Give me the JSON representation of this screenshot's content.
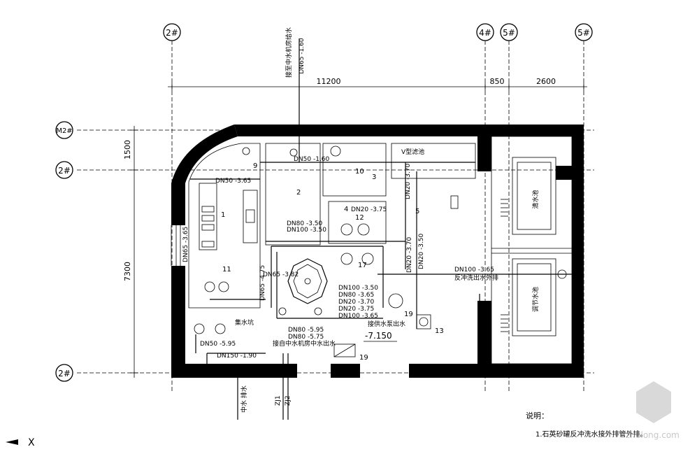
{
  "axes": {
    "top": [
      "2#",
      "4#",
      "5#",
      "5#"
    ],
    "left": [
      "M2#",
      "2#",
      "2#"
    ]
  },
  "dimensions": {
    "top": [
      "11200",
      "850",
      "2600"
    ],
    "left": [
      "1500",
      "7300"
    ]
  },
  "riser_note": "接至中水机房给水",
  "riser_size": "DN65 -1.60",
  "pipe_labels": [
    "DN50 -3.65",
    "DN50 -1.60",
    "DN20 -3.75",
    "DN80 -3.50",
    "DN100 -3.50",
    "DN20 -3.70",
    "DN20 -3.70",
    "DN20 -3.50",
    "DN100 -3.65",
    "DN65 -3.65",
    "DN100 -3.50",
    "DN80 -3.65",
    "DN20 -3.70",
    "DN20 -3.75",
    "DN100 -3.65",
    "DN80 -5.95",
    "DN80 -5.75",
    "DN150 -1.90",
    "DN50 -5.95",
    "DN65 -4.75",
    "DN65 -3.82"
  ],
  "callouts": [
    "1",
    "2",
    "3",
    "4",
    "5",
    "9",
    "10",
    "11",
    "12",
    "13",
    "17",
    "19"
  ],
  "notes": {
    "backwash": "反冲洗出水外排",
    "pump_out": "接供水泵出水",
    "to_room": "接自中水机房中水出水",
    "relief": "V型滤池",
    "drain_pipe": "中水 排水",
    "pipe_zj1": "ZJ1",
    "pipe_zj2": "ZJ2",
    "level": "-7.150",
    "tank_upper": "清水池",
    "tank_lower": "调节水池",
    "hatch": "集水坑",
    "legend_title": "说明：",
    "legend_line1": "1.石英砂罐反冲洗水接外排管外排。",
    "watermark": "zhulong.com",
    "corner_mark": "X"
  }
}
